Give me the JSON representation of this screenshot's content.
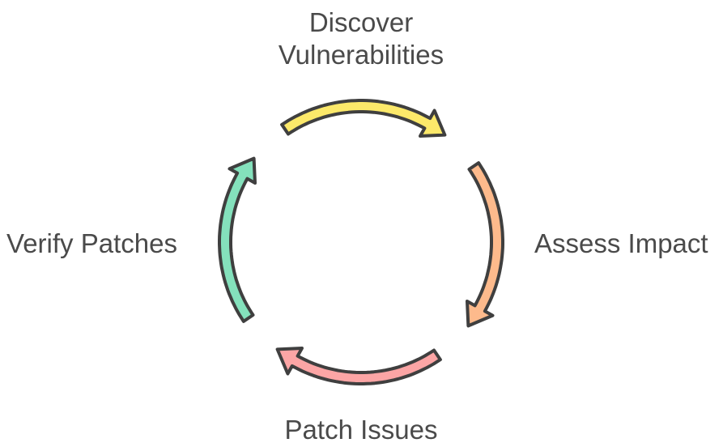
{
  "diagram": {
    "type": "cycle",
    "steps": [
      {
        "id": "discover",
        "label_line1": "Discover",
        "label_line2": "Vulnerabilities",
        "color": "#fce96a",
        "position": "top"
      },
      {
        "id": "assess",
        "label": "Assess Impact",
        "color": "#fdba8c",
        "position": "right"
      },
      {
        "id": "patch",
        "label": "Patch Issues",
        "color": "#fca5a5",
        "position": "bottom"
      },
      {
        "id": "verify",
        "label": "Verify Patches",
        "color": "#84e1bc",
        "position": "left"
      }
    ],
    "outline_color": "#3f3f3f",
    "text_color": "#4a4a4a"
  }
}
